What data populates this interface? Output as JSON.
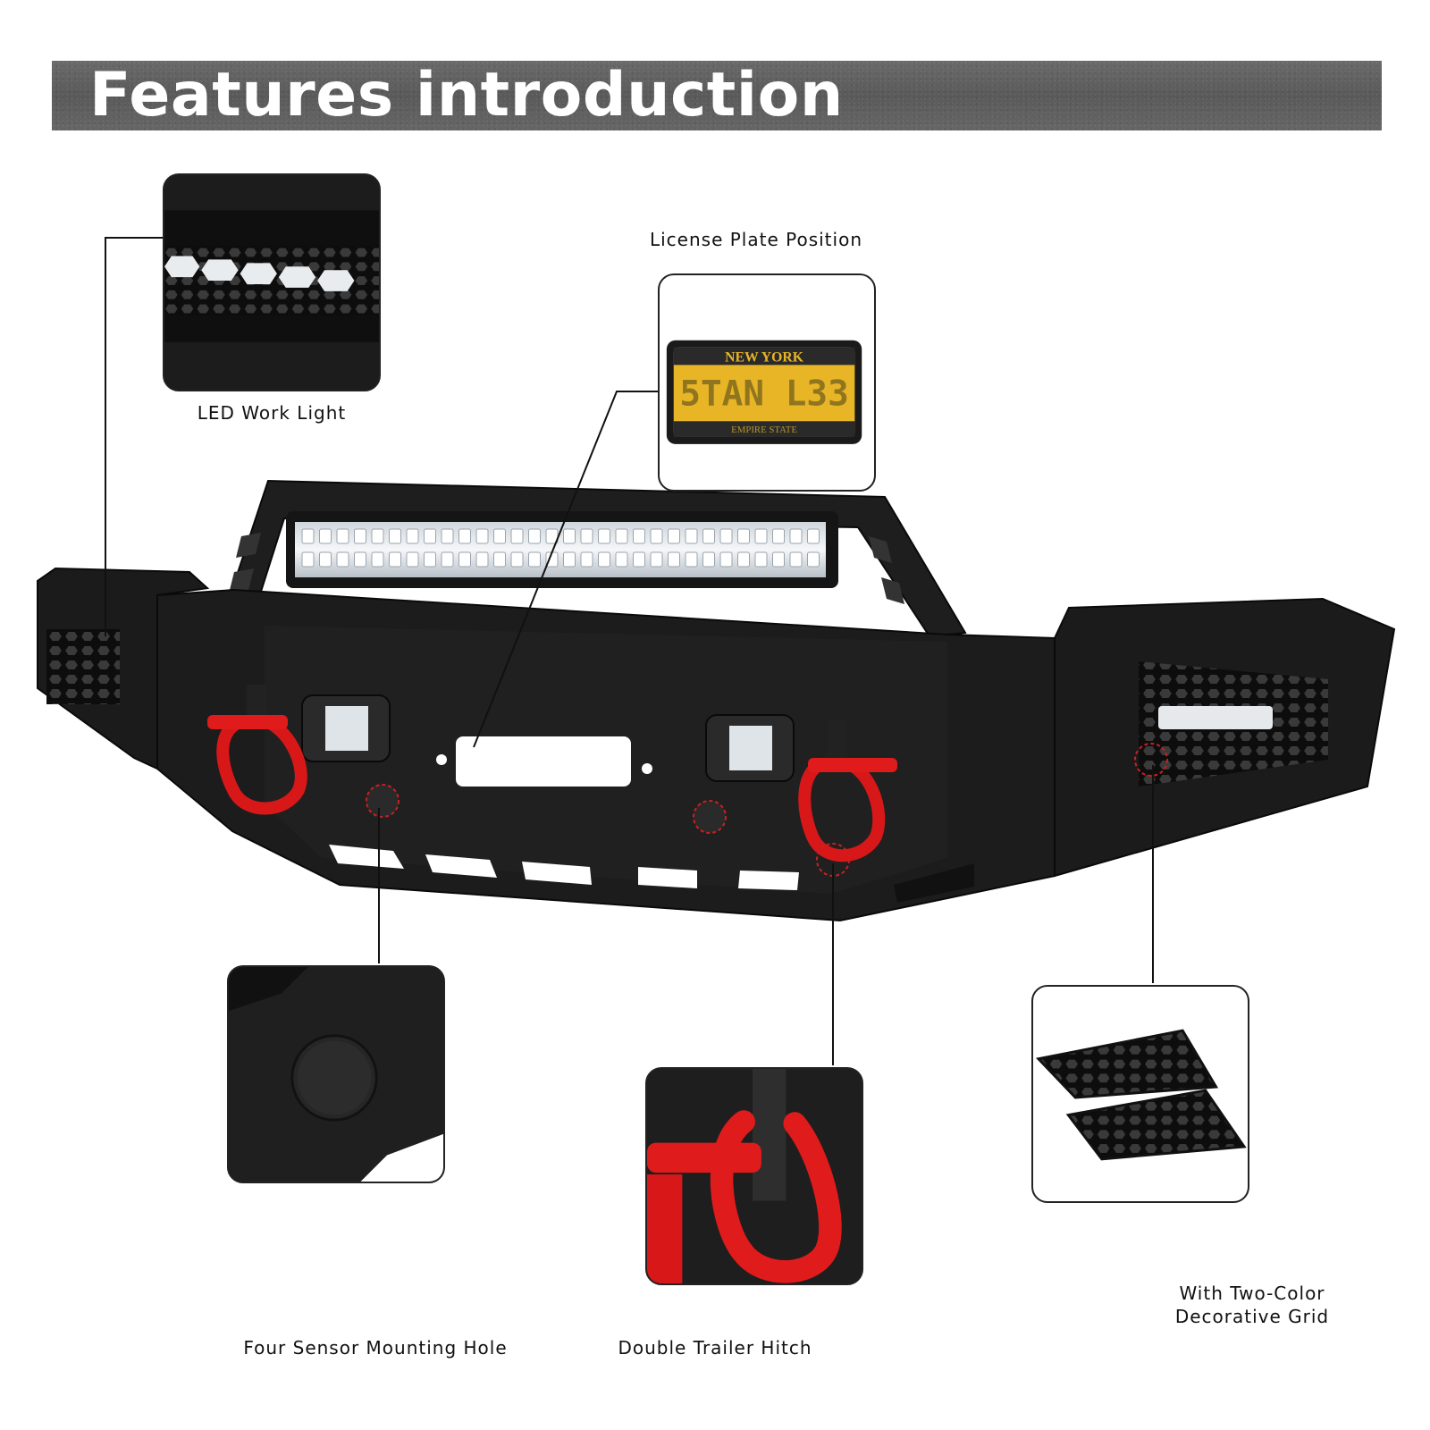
{
  "header": {
    "title": "Features introduction"
  },
  "plate": {
    "state": "NEW YORK",
    "number": "5TAN L33",
    "tagline": "EMPIRE STATE"
  },
  "callouts": {
    "led_work_light": "LED Work Light",
    "license_plate": "License Plate Position",
    "sensor_hole": "Four Sensor Mounting Hole",
    "trailer_hitch": "Double Trailer Hitch",
    "grid_line1": "With Two-Color",
    "grid_line2": "Decorative Grid"
  },
  "colors": {
    "banner": "#5f5f5f",
    "shackle": "#e01b1b",
    "bumper": "#1c1c1c",
    "plate_yellow": "#e8b527"
  }
}
